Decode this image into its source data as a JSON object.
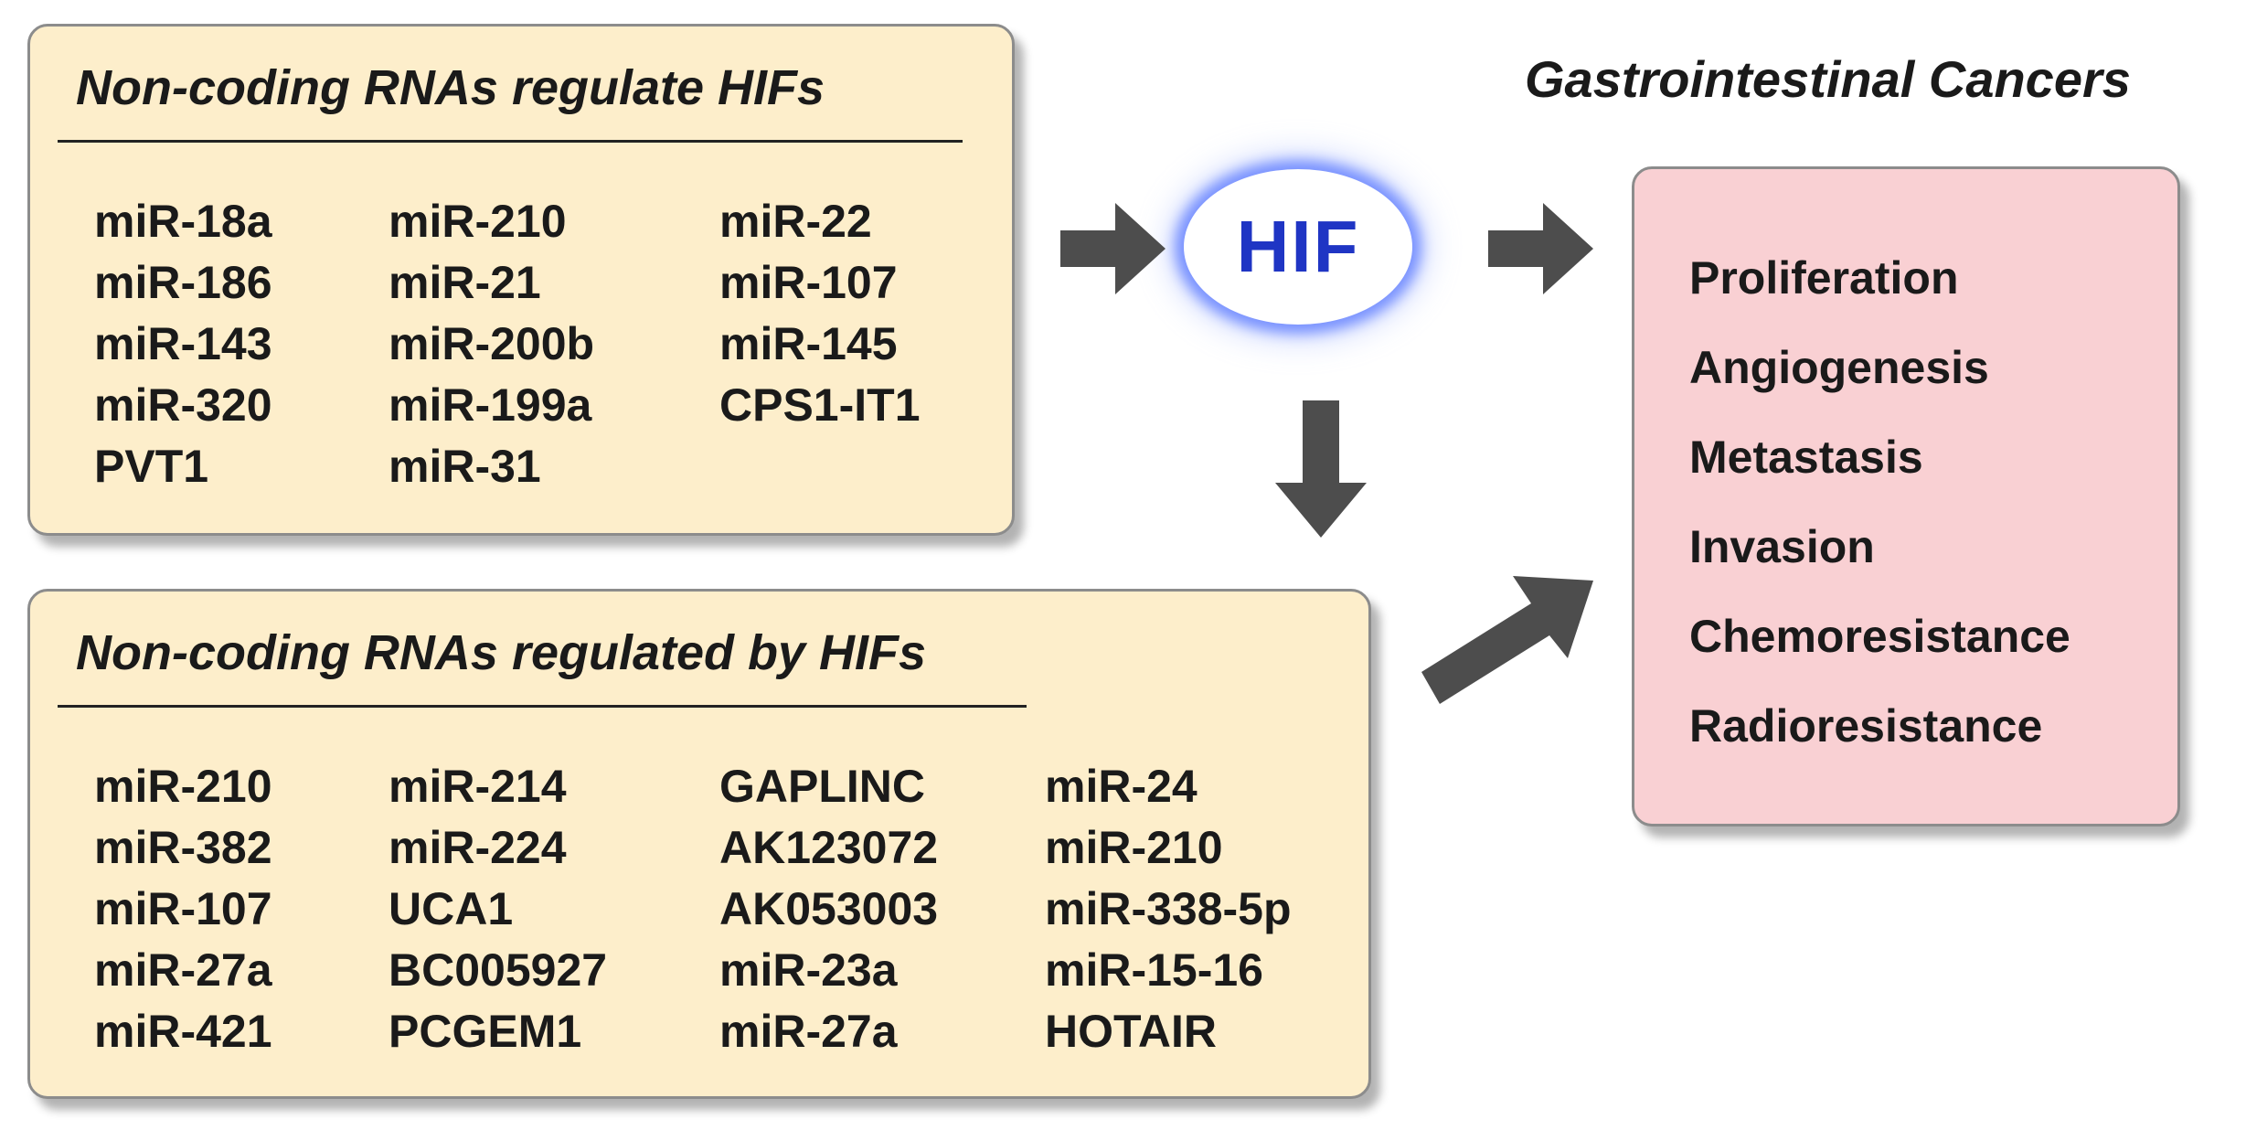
{
  "regulators_box": {
    "title": "Non-coding RNAs regulate HIFs",
    "items": [
      "miR-18a",
      "miR-186",
      "miR-143",
      "miR-320",
      "PVT1",
      "miR-210",
      "miR-21",
      "miR-200b",
      "miR-199a",
      "miR-31",
      "miR-22",
      "miR-107",
      "miR-145",
      "CPS1-IT1"
    ]
  },
  "regulated_box": {
    "title": "Non-coding RNAs regulated by HIFs",
    "items": [
      "miR-210",
      "miR-382",
      "miR-107",
      "miR-27a",
      "miR-421",
      "miR-214",
      "miR-224",
      "UCA1",
      "BC005927",
      "PCGEM1",
      "GAPLINC",
      "AK123072",
      "AK053003",
      "miR-23a",
      "miR-27a",
      "miR-24",
      "miR-210",
      "miR-338-5p",
      "miR-15-16",
      "HOTAIR"
    ]
  },
  "hif_node": {
    "label": "HIF"
  },
  "cancer_panel": {
    "title": "Gastrointestinal Cancers",
    "outcomes": [
      "Proliferation",
      "Angiogenesis",
      "Metastasis",
      "Invasion",
      "Chemoresistance",
      "Radioresistance"
    ]
  },
  "colors": {
    "cream_box": "#fdeecb",
    "pink_box": "#f9d0d3",
    "arrow": "#4d4d4d",
    "hif_text": "#1f35c4",
    "hif_glow": "#5a78ff"
  }
}
